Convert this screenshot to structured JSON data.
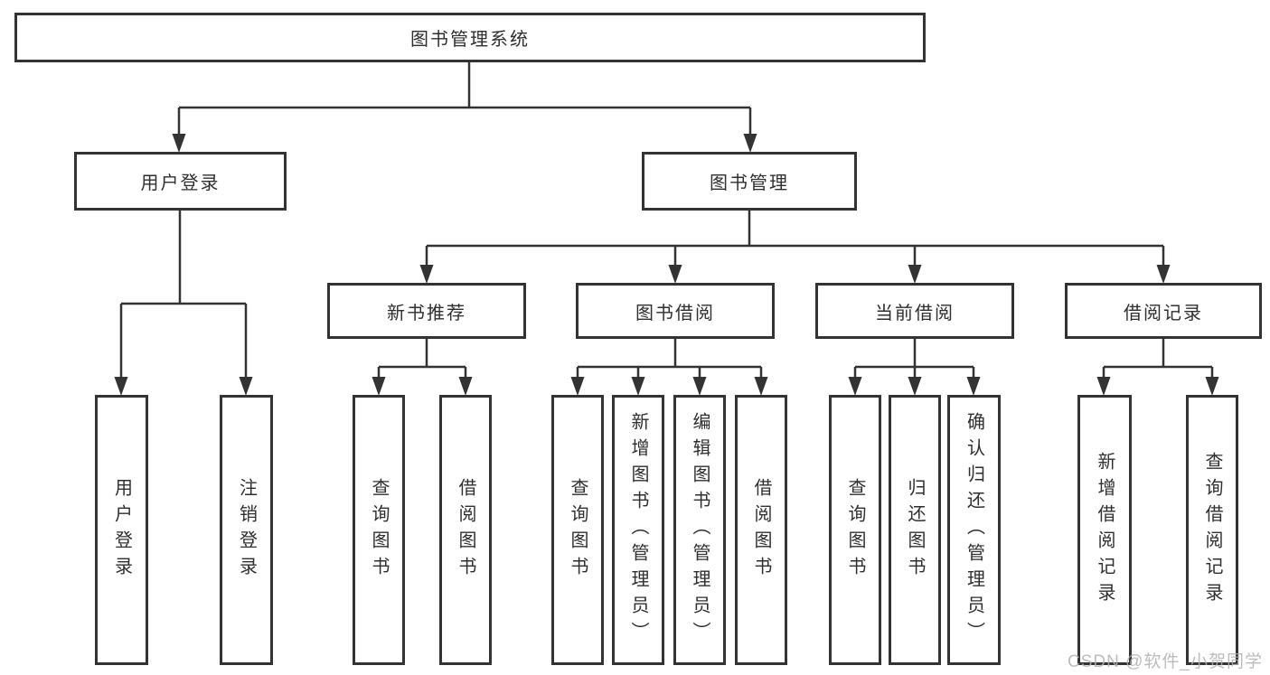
{
  "diagram": {
    "title": "图书管理系统",
    "root": {
      "label": "图书管理系统"
    },
    "level2": {
      "user_login": "用户登录",
      "book_management": "图书管理"
    },
    "level3": {
      "new_book_recommend": "新书推荐",
      "book_borrow": "图书借阅",
      "current_borrow": "当前借阅",
      "borrow_records": "借阅记录"
    },
    "leaves": {
      "user_login": [
        "用户登录",
        "注销登录"
      ],
      "new_book_recommend": [
        "查询图书",
        "借阅图书"
      ],
      "book_borrow": [
        "查询图书",
        "新增图书（管理员）",
        "编辑图书（管理员）",
        "借阅图书"
      ],
      "current_borrow": [
        "查询图书",
        "归还图书",
        "确认归还（管理员）"
      ],
      "borrow_records": [
        "新增借阅记录",
        "查询借阅记录"
      ]
    }
  },
  "watermark": {
    "text": "CSDN @软件_小贺同学"
  },
  "colors": {
    "line": "#333333",
    "box_border": "#333333",
    "box_fill": "#ffffff",
    "text": "#2f2f2f",
    "watermark": "#b3b0b0",
    "background": "#ffffff"
  }
}
